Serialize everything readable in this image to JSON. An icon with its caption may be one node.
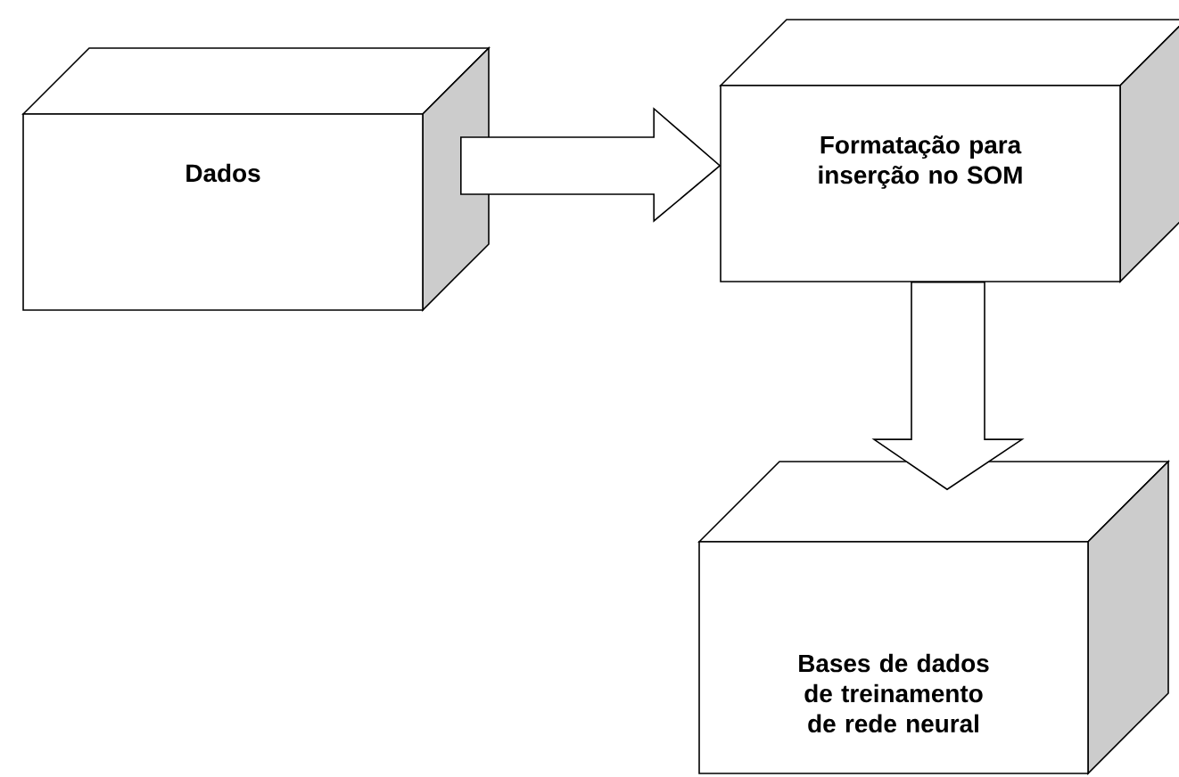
{
  "diagram": {
    "nodes": [
      {
        "text": [
          "Dados"
        ]
      },
      {
        "text": [
          "Formatação para inserção no SOM"
        ]
      },
      {
        "text": [
          "Bases de dados de treinamento de rede neural"
        ]
      }
    ],
    "edges": [
      {
        "from": 0,
        "to": 1,
        "arrow": "to"
      },
      {
        "from": 1,
        "to": 2,
        "arrow": "to"
      }
    ]
  }
}
